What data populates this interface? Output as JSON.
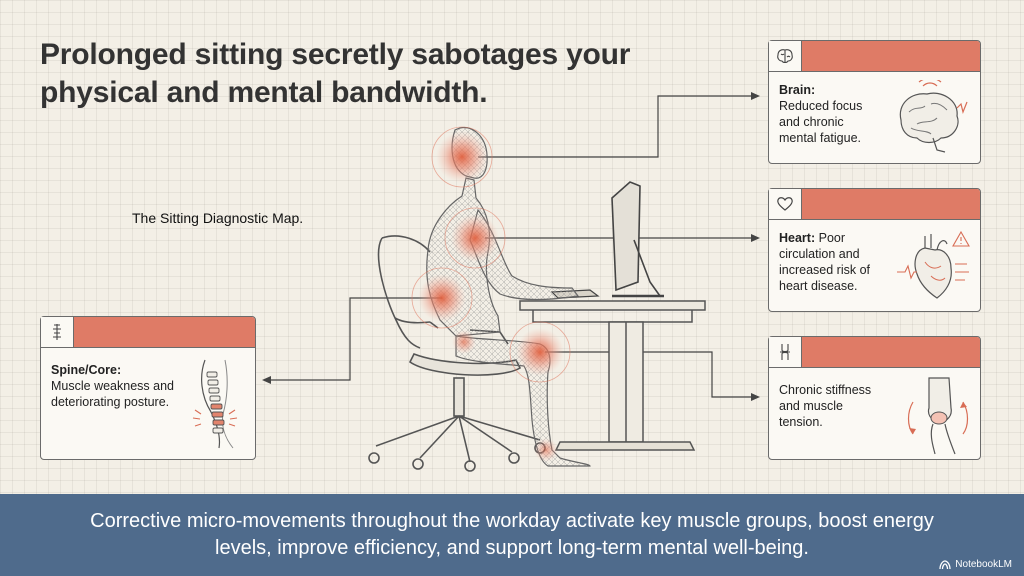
{
  "title": "Prolonged sitting secretly sabotages your physical and mental bandwidth.",
  "subtitle": "The Sitting Diagnostic Map.",
  "cards": {
    "brain": {
      "label": "Brain:",
      "text": "Reduced focus and chronic mental fatigue.",
      "icon": "brain-icon"
    },
    "heart": {
      "label": "Heart:",
      "text": "Poor circulation and increased risk of heart disease.",
      "icon": "heart-icon"
    },
    "spine": {
      "label": "Spine/Core:",
      "text": "Muscle weakness and deteriorating posture.",
      "icon": "spine-icon"
    },
    "knee": {
      "label": "",
      "text": "Chronic stiffness and muscle tension.",
      "icon": "knee-joint-icon"
    }
  },
  "footer": {
    "text": "Corrective micro-movements throughout the workday activate key muscle groups, boost energy levels, improve efficiency, and support long-term mental well-being."
  },
  "brand": "NotebookLM",
  "colors": {
    "accent": "#df7b66",
    "footer": "#4f6b8c",
    "background": "#f3efe6",
    "line": "#444444"
  }
}
